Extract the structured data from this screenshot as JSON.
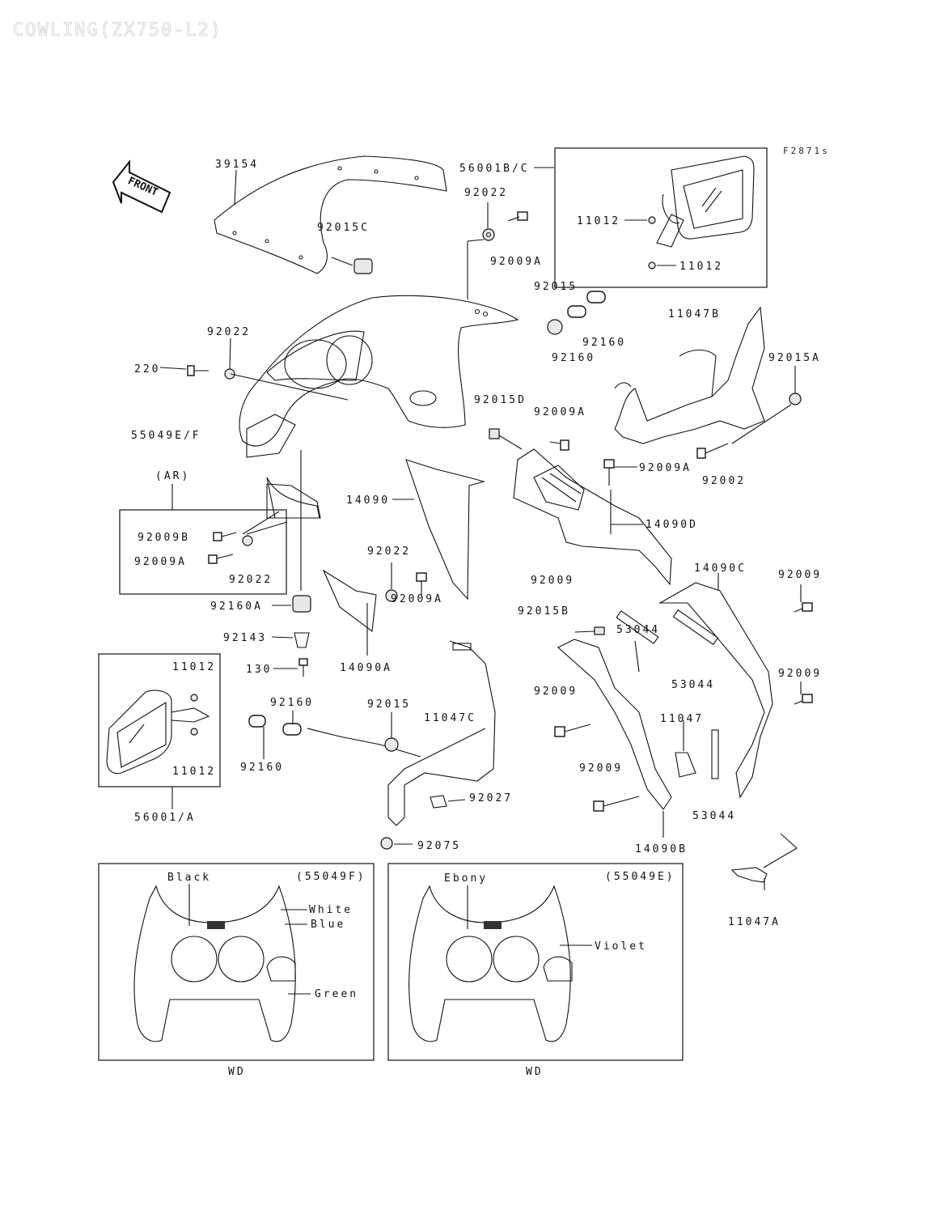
{
  "title": "COWLING(ZX750-L2)",
  "figure_code": "F2871s",
  "front_arrow": "FRONT",
  "parts": [
    {
      "id": "p39154",
      "text": "39154"
    },
    {
      "id": "p56001bc",
      "text": "56001B/C"
    },
    {
      "id": "p92022a",
      "text": "92022"
    },
    {
      "id": "p11012a",
      "text": "11012"
    },
    {
      "id": "p92015c",
      "text": "92015C"
    },
    {
      "id": "p92009a1",
      "text": "92009A"
    },
    {
      "id": "p11012b",
      "text": "11012"
    },
    {
      "id": "p92015",
      "text": "92015"
    },
    {
      "id": "p92160a",
      "text": "92160"
    },
    {
      "id": "p92160b",
      "text": "92160"
    },
    {
      "id": "p11047b",
      "text": "11047B"
    },
    {
      "id": "p92022b",
      "text": "92022"
    },
    {
      "id": "p220",
      "text": "220"
    },
    {
      "id": "p92015a",
      "text": "92015A"
    },
    {
      "id": "p92015d",
      "text": "92015D"
    },
    {
      "id": "p92009a2",
      "text": "92009A"
    },
    {
      "id": "p55049ef",
      "text": "55049E/F"
    },
    {
      "id": "p92009a3",
      "text": "92009A"
    },
    {
      "id": "p92002",
      "text": "92002"
    },
    {
      "id": "par",
      "text": "(AR)"
    },
    {
      "id": "p14090",
      "text": "14090"
    },
    {
      "id": "p14090d",
      "text": "14090D"
    },
    {
      "id": "p92009b",
      "text": "92009B"
    },
    {
      "id": "p92009a4",
      "text": "92009A"
    },
    {
      "id": "p92022c",
      "text": "92022"
    },
    {
      "id": "p92022d",
      "text": "92022"
    },
    {
      "id": "p14090c",
      "text": "14090C"
    },
    {
      "id": "p92009c",
      "text": "92009"
    },
    {
      "id": "p92009d",
      "text": "92009"
    },
    {
      "id": "p92160a2",
      "text": "92160A"
    },
    {
      "id": "p92009a5",
      "text": "92009A"
    },
    {
      "id": "p92015b",
      "text": "92015B"
    },
    {
      "id": "p92143",
      "text": "92143"
    },
    {
      "id": "p53044a",
      "text": "53044"
    },
    {
      "id": "p130",
      "text": "130"
    },
    {
      "id": "p14090a",
      "text": "14090A"
    },
    {
      "id": "p53044b",
      "text": "53044"
    },
    {
      "id": "p11012c",
      "text": "11012"
    },
    {
      "id": "p92009e",
      "text": "92009"
    },
    {
      "id": "p92009f",
      "text": "92009"
    },
    {
      "id": "p92160c",
      "text": "92160"
    },
    {
      "id": "p92015e",
      "text": "92015"
    },
    {
      "id": "p11047c",
      "text": "11047C"
    },
    {
      "id": "p11047",
      "text": "11047"
    },
    {
      "id": "p92160d",
      "text": "92160"
    },
    {
      "id": "p11012d",
      "text": "11012"
    },
    {
      "id": "p92009g",
      "text": "92009"
    },
    {
      "id": "p92027",
      "text": "92027"
    },
    {
      "id": "p53044c",
      "text": "53044"
    },
    {
      "id": "p56001a",
      "text": "56001/A"
    },
    {
      "id": "p92075",
      "text": "92075"
    },
    {
      "id": "p14090b",
      "text": "14090B"
    },
    {
      "id": "p11047a",
      "text": "11047A"
    }
  ],
  "variant_left": {
    "code": "(55049F)",
    "colors": [
      "Black",
      "White",
      "Blue",
      "Green"
    ],
    "caption": "WD"
  },
  "variant_right": {
    "code": "(55049E)",
    "colors": [
      "Ebony",
      "Violet"
    ],
    "caption": "WD"
  }
}
